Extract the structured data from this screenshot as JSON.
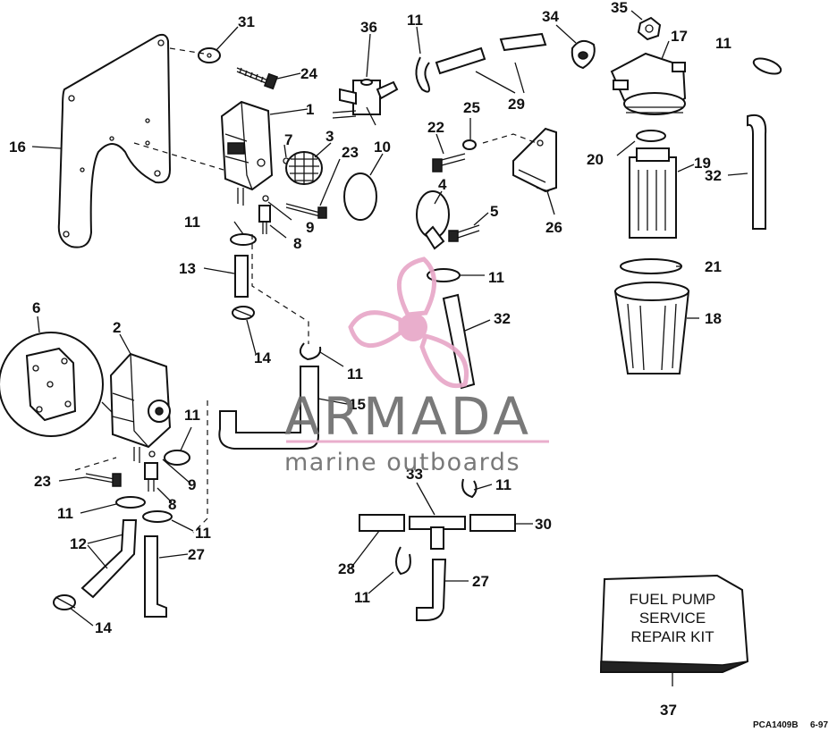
{
  "callouts": [
    {
      "id": "c31",
      "text": "31"
    },
    {
      "id": "c36",
      "text": "36"
    },
    {
      "id": "c11a",
      "text": "11"
    },
    {
      "id": "c34",
      "text": "34"
    },
    {
      "id": "c35",
      "text": "35"
    },
    {
      "id": "c17",
      "text": "17"
    },
    {
      "id": "c11b",
      "text": "11"
    },
    {
      "id": "c24",
      "text": "24"
    },
    {
      "id": "c29",
      "text": "29"
    },
    {
      "id": "c1",
      "text": "1"
    },
    {
      "id": "c16",
      "text": "16"
    },
    {
      "id": "c7",
      "text": "7"
    },
    {
      "id": "c3",
      "text": "3"
    },
    {
      "id": "c23a",
      "text": "23"
    },
    {
      "id": "c10",
      "text": "10"
    },
    {
      "id": "c22",
      "text": "22"
    },
    {
      "id": "c25",
      "text": "25"
    },
    {
      "id": "c20",
      "text": "20"
    },
    {
      "id": "c19",
      "text": "19"
    },
    {
      "id": "c32a",
      "text": "32"
    },
    {
      "id": "c4",
      "text": "4"
    },
    {
      "id": "c5",
      "text": "5"
    },
    {
      "id": "c26",
      "text": "26"
    },
    {
      "id": "c11c",
      "text": "11"
    },
    {
      "id": "c8a",
      "text": "8"
    },
    {
      "id": "c9a",
      "text": "9"
    },
    {
      "id": "c13",
      "text": "13"
    },
    {
      "id": "c11d",
      "text": "11"
    },
    {
      "id": "c21",
      "text": "21"
    },
    {
      "id": "c32b",
      "text": "32"
    },
    {
      "id": "c18",
      "text": "18"
    },
    {
      "id": "c6",
      "text": "6"
    },
    {
      "id": "c2",
      "text": "2"
    },
    {
      "id": "c14a",
      "text": "14"
    },
    {
      "id": "c11e",
      "text": "11"
    },
    {
      "id": "c15",
      "text": "15"
    },
    {
      "id": "c11f",
      "text": "11"
    },
    {
      "id": "c9b",
      "text": "9"
    },
    {
      "id": "c23b",
      "text": "23"
    },
    {
      "id": "c8b",
      "text": "8"
    },
    {
      "id": "c11g",
      "text": "11"
    },
    {
      "id": "c11h",
      "text": "11"
    },
    {
      "id": "c12",
      "text": "12"
    },
    {
      "id": "c27a",
      "text": "27"
    },
    {
      "id": "c14b",
      "text": "14"
    },
    {
      "id": "c33",
      "text": "33"
    },
    {
      "id": "c11i",
      "text": "11"
    },
    {
      "id": "c30",
      "text": "30"
    },
    {
      "id": "c28",
      "text": "28"
    },
    {
      "id": "c11j",
      "text": "11"
    },
    {
      "id": "c27b",
      "text": "27"
    },
    {
      "id": "c37",
      "text": "37"
    }
  ],
  "kit_box": {
    "line1": "FUEL PUMP",
    "line2": "SERVICE",
    "line3": "REPAIR KIT"
  },
  "watermark": {
    "brand": "ARMADA",
    "tagline": "marine outboards",
    "pink": "#e8a8c8",
    "gray": "#6e6e6e"
  },
  "figure_code": {
    "left": "PCA1409B",
    "right": "6-97"
  }
}
